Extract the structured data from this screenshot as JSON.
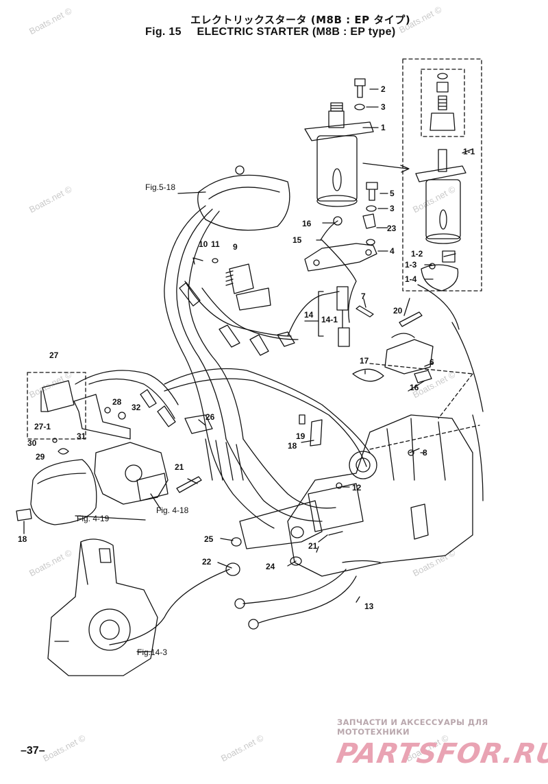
{
  "title": {
    "japanese": "エレクトリックスタータ (M8B : EP タイプ)",
    "figure": "Fig. 15",
    "english": "ELECTRIC STARTER (M8B : EP type)"
  },
  "page_number": "–37–",
  "watermark": "Boats.net ©",
  "brand": {
    "tagline": "ЗАПЧАСТИ И АКСЕССУАРЫ ДЛЯ МОТОТЕХНИКИ",
    "logo": "PARTSFOR.RU"
  },
  "part_labels": [
    "1",
    "1-1",
    "1-2",
    "1-3",
    "1-4",
    "2",
    "3",
    "3",
    "4",
    "5",
    "6",
    "7",
    "8",
    "9",
    "10",
    "11",
    "12",
    "13",
    "14",
    "14-1",
    "15",
    "16",
    "16",
    "17",
    "18",
    "18",
    "19",
    "20",
    "21",
    "21",
    "22",
    "23",
    "24",
    "25",
    "26",
    "27",
    "27-1",
    "28",
    "29",
    "30",
    "31",
    "32"
  ],
  "figure_refs": [
    "Fig.5-18",
    "Fig. 4-18",
    "Fig. 4-19",
    "Fig.14-3"
  ],
  "colors": {
    "ink": "#111111",
    "watermark": "#c9c9c9",
    "brand_tag": "#b9a7ad",
    "brand_logo": "#e9a3b3"
  }
}
